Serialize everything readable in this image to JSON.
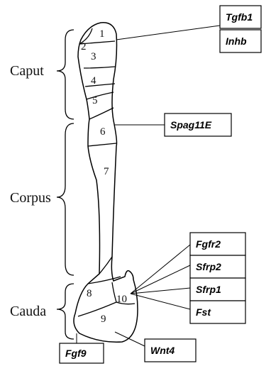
{
  "regions": {
    "caput": "Caput",
    "corpus": "Corpus",
    "cauda": "Cauda"
  },
  "segments": [
    "1",
    "2",
    "3",
    "4",
    "5",
    "6",
    "7",
    "8",
    "9",
    "10"
  ],
  "genes": {
    "tgfb1": "Tgfb1",
    "inhb": "Inhb",
    "spag11e": "Spag11E",
    "fgfr2": "Fgfr2",
    "sfrp2": "Sfrp2",
    "sfrp1": "Sfrp1",
    "fst": "Fst",
    "fgf9": "Fgf9",
    "wnt4": "Wnt4"
  }
}
